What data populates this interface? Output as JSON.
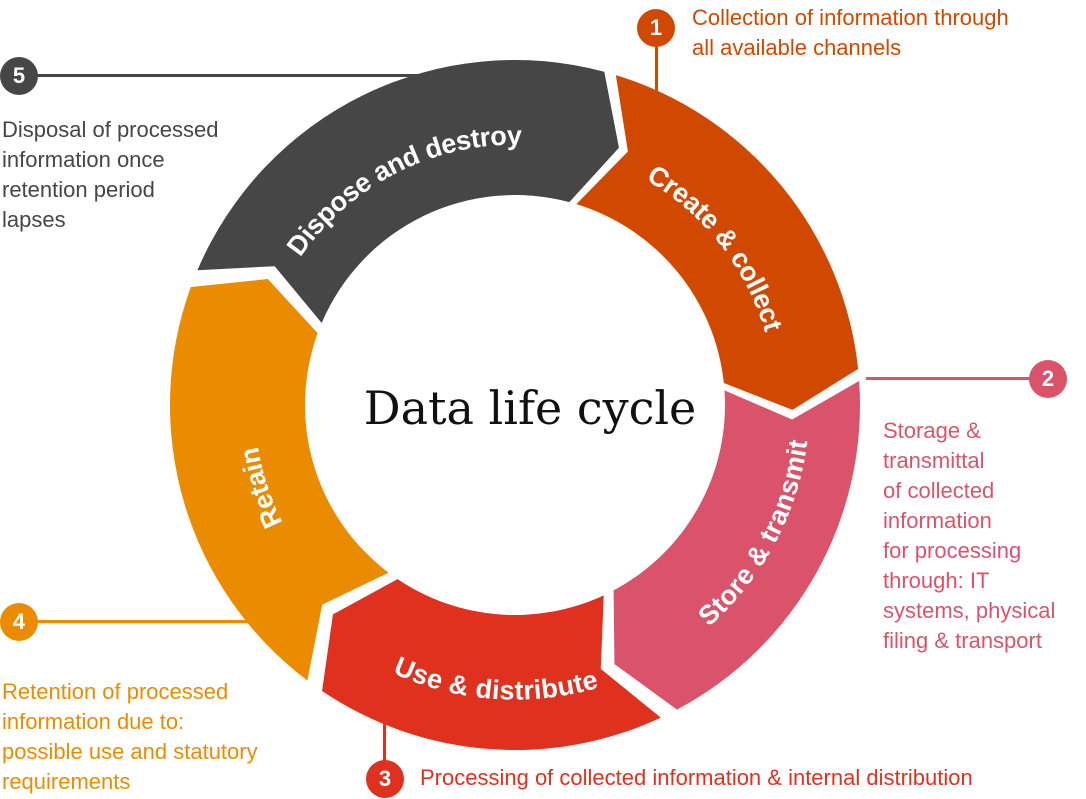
{
  "title": "Data life cycle",
  "stages": [
    {
      "number": "1",
      "label": "Create & collect",
      "color": "#D14900",
      "description": [
        "Collection of information through",
        "all available channels"
      ]
    },
    {
      "number": "2",
      "label": "Store & transmit",
      "color": "#DB536A",
      "description": [
        "Storage &",
        "transmittal",
        "of collected",
        "information",
        "for processing",
        "through: IT",
        "systems, physical",
        "filing & transport"
      ]
    },
    {
      "number": "3",
      "label": "Use & distribute",
      "color": "#E0301E",
      "description": [
        "Processing of collected information & internal distribution"
      ]
    },
    {
      "number": "4",
      "label": "Retain",
      "color": "#EB8C00",
      "description": [
        "Retention of processed",
        "information due to:",
        "possible use and statutory",
        "requirements"
      ]
    },
    {
      "number": "5",
      "label": "Dispose and destroy",
      "color": "#464646",
      "description": [
        "Disposal of processed",
        "information once",
        "retention period",
        "lapses"
      ]
    }
  ]
}
